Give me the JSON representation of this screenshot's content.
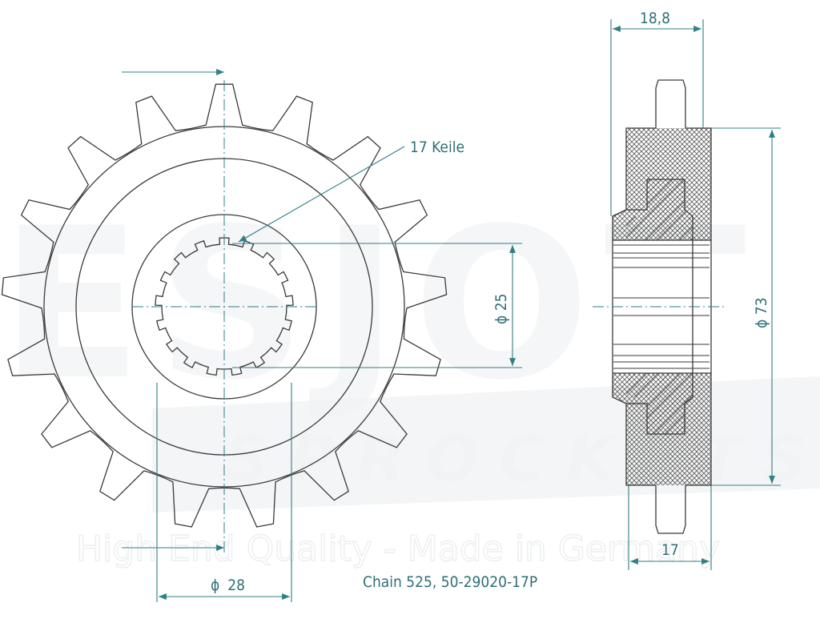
{
  "watermark": {
    "brand": "ESJOT",
    "product_line": "SPROCKETS",
    "tagline": "High End Quality - Made in Germany"
  },
  "front_view": {
    "splines_label": "17 Keile",
    "inner_diameter_label": "25",
    "hub_diameter_label": "28",
    "diameter_symbol": "ϕ",
    "tooth_count": 17
  },
  "side_view": {
    "overall_width_label": "18,8",
    "hub_width_label": "17",
    "outer_diameter_label": "73",
    "diameter_symbol": "ϕ"
  },
  "caption": "Chain 525, 50-29020-17P",
  "colors": {
    "dimension_teal": "#2f7f85",
    "outline": "#3a3a3a",
    "hatch": "#5a5a5a",
    "watermark": "#eef0f1"
  }
}
